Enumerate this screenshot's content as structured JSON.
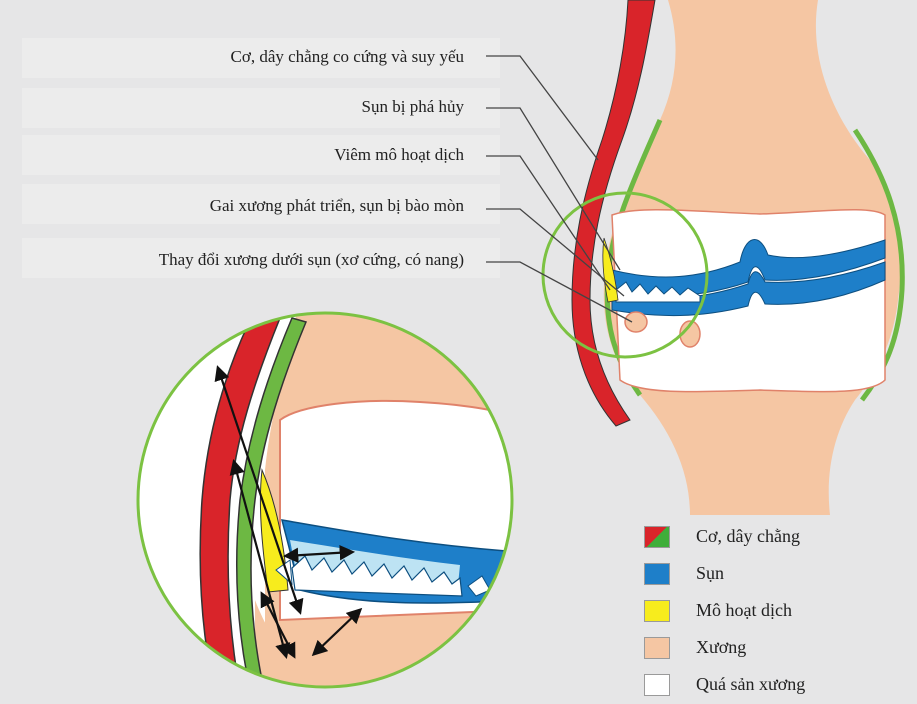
{
  "labels": [
    "Cơ, dây chằng co cứng và suy yếu",
    "Sụn bị phá hủy",
    "Viêm mô hoạt dịch",
    "Gai xương phát triển, sụn bị bào mòn",
    "Thay đổi xương dưới sụn (xơ cứng, có nang)"
  ],
  "legend": [
    {
      "label": "Cơ, dây chằng",
      "color": "#d9242a",
      "color2": "#3fae3a"
    },
    {
      "label": "Sụn",
      "color": "#1e7fc9"
    },
    {
      "label": "Mô hoạt dịch",
      "color": "#f7ec1d"
    },
    {
      "label": "Xương",
      "color": "#f5c6a3"
    },
    {
      "label": "Quá sản xương",
      "color": "#ffffff"
    }
  ],
  "colors": {
    "muscle": "#d9242a",
    "ligament": "#6db843",
    "cartilage": "#1e7fc9",
    "cartilage_light": "#bde3f3",
    "synovium": "#f7ec1d",
    "bone": "#f5c6a3",
    "bone_outline": "#e0826a",
    "circle": "#7cc242"
  }
}
